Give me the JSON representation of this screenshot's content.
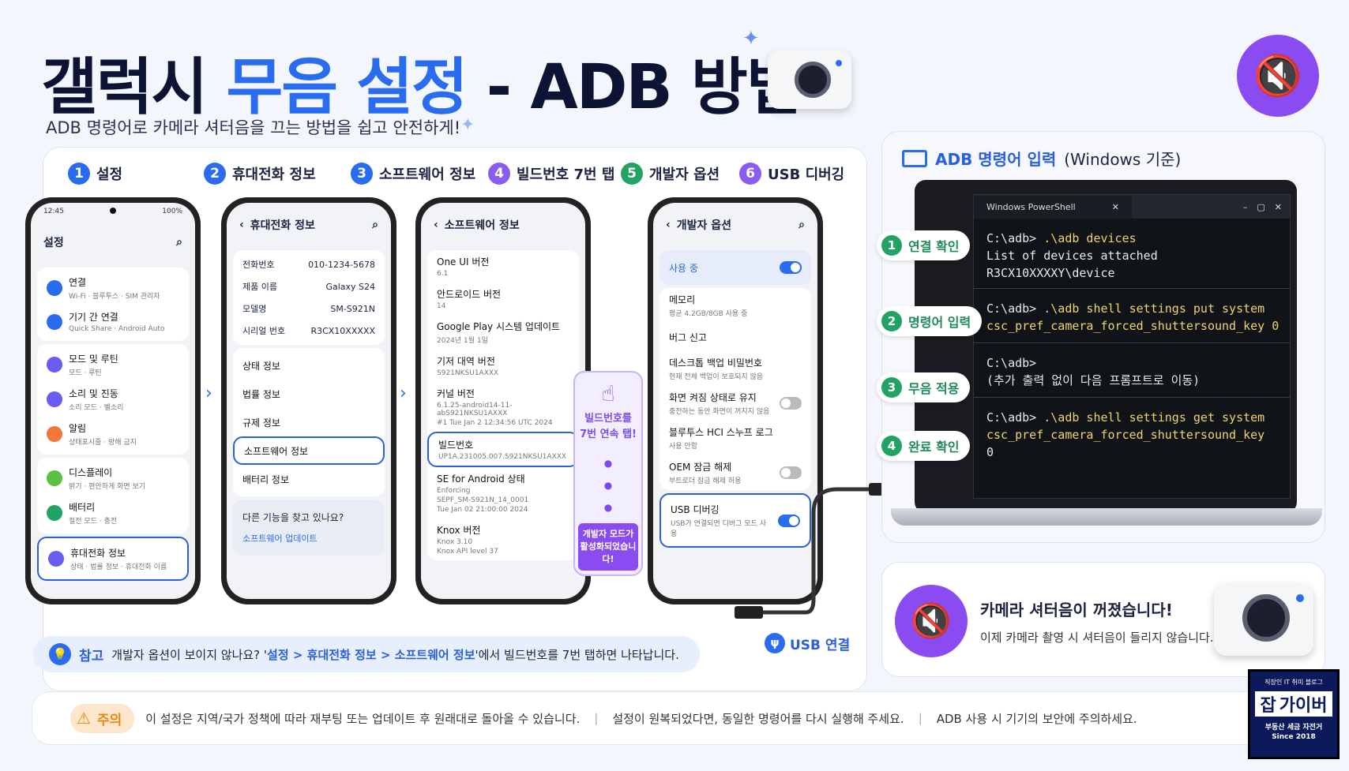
{
  "title": {
    "part1": "갤럭시 ",
    "part2": "무음 설정",
    "part3": " - ADB 방법"
  },
  "subtitle": "ADB 명령어로 카메라 셔터음을 끄는 방법을 쉽고 안전하게!",
  "steps": [
    {
      "num": "1",
      "label": "설정",
      "color": "#2a6cf0"
    },
    {
      "num": "2",
      "label": "휴대전화 정보",
      "color": "#2a6cf0"
    },
    {
      "num": "3",
      "label": "소프트웨어 정보",
      "color": "#2a6cf0"
    },
    {
      "num": "4",
      "label": "빌드번호 7번 탭",
      "color": "#8a5cf0"
    },
    {
      "num": "5",
      "label": "개발자 옵션",
      "color": "#23a363"
    },
    {
      "num": "6",
      "label": "USB 디버깅",
      "color": "#8a5cf0"
    }
  ],
  "phone1": {
    "time": "12:45",
    "battery": "100%",
    "header": "설정",
    "items": [
      {
        "t": "연결",
        "s": "Wi-Fi · 블루투스 · SIM 관리자",
        "c": "#2a6cf0"
      },
      {
        "t": "기기 간 연결",
        "s": "Quick Share · Android Auto",
        "c": "#2a6cf0"
      },
      {
        "t": "모드 및 루틴",
        "s": "모드 · 루틴",
        "c": "#6a5cf0"
      },
      {
        "t": "소리 및 진동",
        "s": "소리 모드 · 벨소리",
        "c": "#6a5cf0"
      },
      {
        "t": "알림",
        "s": "상태표시줄 · 방해 금지",
        "c": "#f0783a"
      },
      {
        "t": "디스플레이",
        "s": "밝기 · 편안하게 화면 보기",
        "c": "#5cc040"
      },
      {
        "t": "배터리",
        "s": "절전 모드 · 충전",
        "c": "#23a363"
      },
      {
        "t": "휴대전화 정보",
        "s": "상태 · 법률 정보 · 휴대전화 이름",
        "c": "#6a5cf0"
      }
    ]
  },
  "phone2": {
    "header": "휴대전화 정보",
    "kv": [
      {
        "k": "전화번호",
        "v": "010-1234-5678"
      },
      {
        "k": "제품 이름",
        "v": "Galaxy S24"
      },
      {
        "k": "모델명",
        "v": "SM-S921N"
      },
      {
        "k": "시리얼 번호",
        "v": "R3CX10XXXXX"
      }
    ],
    "items": [
      "상태 정보",
      "법률 정보",
      "규제 정보",
      "소프트웨어 정보",
      "배터리 정보"
    ],
    "promo": "다른 기능을 찾고 있나요?",
    "promo_link": "소프트웨어 업데이트"
  },
  "phone3": {
    "header": "소프트웨어 정보",
    "items": [
      {
        "t": "One UI 버전",
        "s": "6.1"
      },
      {
        "t": "안드로이드 버전",
        "s": "14"
      },
      {
        "t": "Google Play 시스템 업데이트",
        "s": "2024년 1월 1일"
      },
      {
        "t": "기저 대역 버전",
        "s": "S921NKSU1AXXX"
      },
      {
        "t": "커널 버전",
        "s": "6.1.25-android14-11-abS921NKSU1AXXX",
        "s2": "#1 Tue Jan 2 12:34:56 UTC 2024"
      },
      {
        "t": "빌드번호",
        "s": "UP1A.231005.007.S921NKSU1AXXX"
      },
      {
        "t": "SE for Android 상태",
        "s": "Enforcing",
        "s2": "SEPF_SM-S921N_14_0001",
        "s3": "Tue Jan 02 21:00:00 2024"
      },
      {
        "t": "Knox 버전",
        "s": "Knox 3.10",
        "s2": "Knox API level 37"
      }
    ]
  },
  "tap_hint": {
    "text1": "빌드번호를",
    "text2": "7번 연속 탭!",
    "done1": "개발자 모드가",
    "done2": "활성화되었습니다!"
  },
  "phone4": {
    "header": "개발자 옵션",
    "in_use": "사용 중",
    "items": [
      {
        "t": "메모리",
        "s": "평균 4.2GB/8GB 사용 중",
        "toggle": ""
      },
      {
        "t": "버그 신고",
        "s": "",
        "toggle": ""
      },
      {
        "t": "데스크톱 백업 비밀번호",
        "s": "현재 전체 백업이 보호되지 않음",
        "toggle": ""
      },
      {
        "t": "화면 켜짐 상태로 유지",
        "s": "충전하는 동안 화면이 꺼지지 않음",
        "toggle": "off"
      },
      {
        "t": "블루투스 HCI 스누프 로그",
        "s": "사용 안함",
        "toggle": ""
      },
      {
        "t": "OEM 잠금 해제",
        "s": "부트로더 잠금 해제 허용",
        "toggle": "off"
      },
      {
        "t": "USB 디버깅",
        "s": "USB가 연결되면 디버그 모드 사용",
        "toggle": "on"
      }
    ]
  },
  "usb_label": "USB 연결",
  "note": {
    "label": "참고",
    "text1": "개발자 옵션이 보이지 않나요? '",
    "link": "설정 > 휴대전화 정보 > 소프트웨어 정보",
    "text2": "'에서 빌드번호를 7번 탭하면 나타납니다."
  },
  "caution": {
    "label": "주의",
    "t1": "이 설정은 지역/국가 정책에 따라 재부팅 또는 업데이트 후 원래대로 돌아올 수 있습니다.",
    "t2": "설정이 원복되었다면, 동일한 명령어를 다시 실행해 주세요.",
    "t3": "ADB 사용 시 기기의 보안에 주의하세요."
  },
  "adb": {
    "title_bold": "ADB 명령어 입력",
    "title_rest": " (Windows 기준)",
    "window_title": "Windows PowerShell",
    "labels": [
      "연결 확인",
      "명령어 입력",
      "무음 적용",
      "완료 확인"
    ],
    "blocks": [
      {
        "prompt": "C:\\adb> ",
        "cmd": ".\\adb devices",
        "out": [
          "List of devices attached",
          "R3CX10XXXXY\\device"
        ]
      },
      {
        "prompt": "C:\\adb> ",
        "cmd": ".\\adb shell settings put system",
        "out2": "csc_pref_camera_forced_shuttersound_key 0"
      },
      {
        "prompt": "C:\\adb>",
        "cmd": "",
        "out": [
          "(추가 출력 없이 다음 프롬프트로 이동)"
        ]
      },
      {
        "prompt": "C:\\adb> ",
        "cmd": ".\\adb shell settings get system",
        "out2": "csc_pref_camera_forced_shuttersound_key",
        "out": [
          "0"
        ]
      }
    ]
  },
  "result": {
    "title": "카메라 셔터음이 꺼졌습니다!",
    "desc": "이제 카메라 촬영 시 셔터음이 들리지 않습니다."
  },
  "badge": {
    "top": "직장인 IT 취미 블로그",
    "main1": "잡",
    "main2": "가이버",
    "sub": "부동산 세금 자전거",
    "since": "Since 2018"
  }
}
